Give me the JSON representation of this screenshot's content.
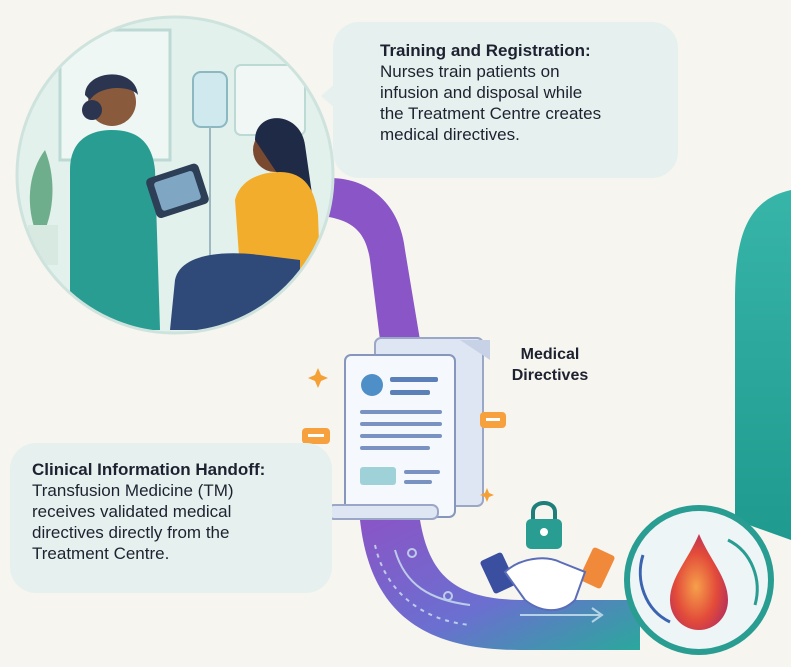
{
  "training": {
    "title": "Training and Registration:",
    "lines": [
      "Nurses train patients on",
      "infusion and disposal while",
      "the Treatment Centre creates",
      "medical directives."
    ]
  },
  "medical_directives": {
    "lines": [
      "Medical",
      "Directives"
    ]
  },
  "handoff": {
    "title": "Clinical Information Handoff:",
    "lines": [
      "Transfusion Medicine (TM)",
      "receives validated medical",
      "directives directly from the",
      "Treatment Centre."
    ]
  },
  "icons": [
    "nurse-patient-illustration",
    "document-icon",
    "chat-icon",
    "lock-icon",
    "handshake-icon",
    "blood-drop-icon",
    "sparkle-icon"
  ],
  "colors": {
    "path_purple": "#8a55c6",
    "path_teal": "#2aa89c",
    "bubble": "#e6f1ef",
    "drop": "#e04a3c"
  }
}
